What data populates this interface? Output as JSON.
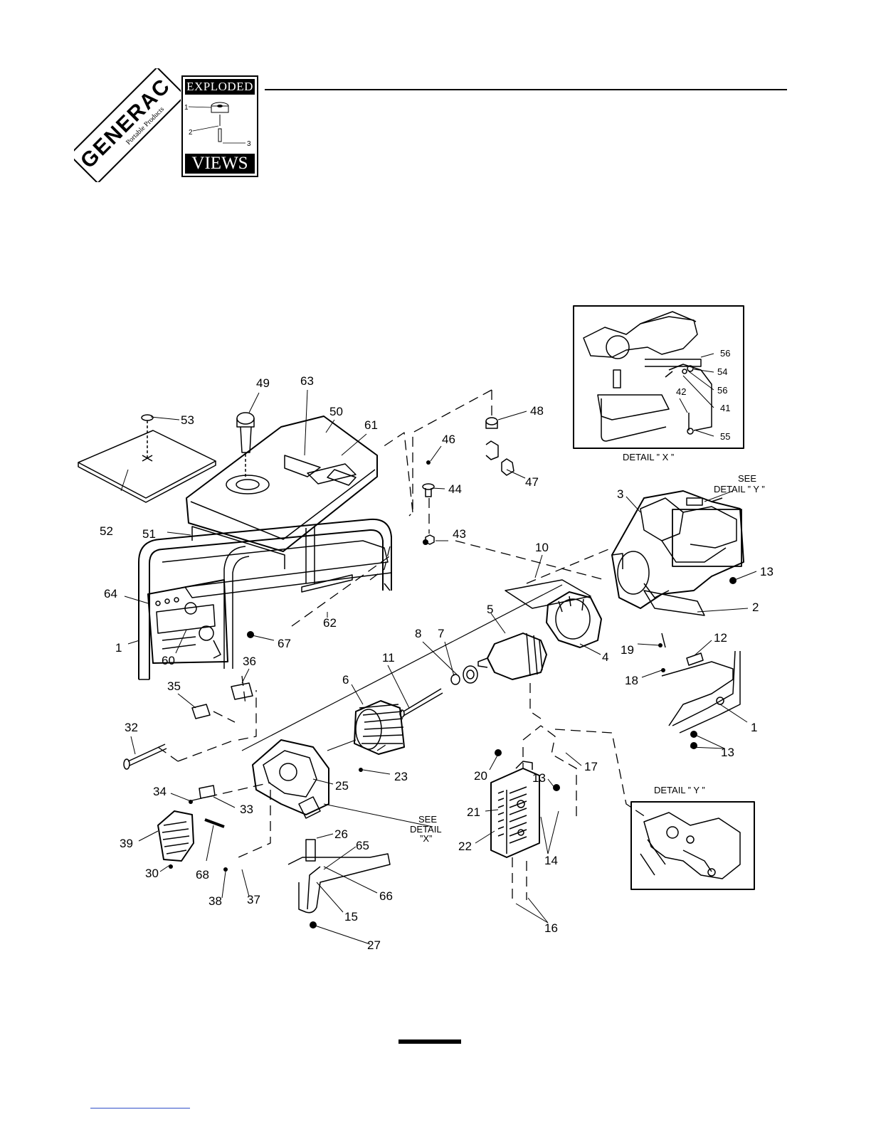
{
  "brand": {
    "logo_text": "GENERAC",
    "logo_subtext": "Portable Products"
  },
  "badge": {
    "top_word": "EXPLODED",
    "bottom_word": "VIEWS",
    "sample_callouts": [
      "1",
      "2",
      "3"
    ]
  },
  "details": {
    "x": {
      "caption": "DETAIL ” X ”",
      "callouts": [
        "56",
        "54",
        "56",
        "41",
        "42",
        "55"
      ]
    },
    "y": {
      "caption": "DETAIL ” Y ”"
    },
    "see_y": [
      "SEE",
      "DETAIL ” Y ”"
    ],
    "see_x": [
      "SEE",
      "DETAIL",
      "”X”"
    ]
  },
  "callouts": [
    "49",
    "63",
    "50",
    "61",
    "53",
    "52",
    "51",
    "48",
    "46",
    "44",
    "43",
    "47",
    "10",
    "3",
    "13",
    "2",
    "12",
    "19",
    "18",
    "1",
    "13",
    "5",
    "7",
    "8",
    "11",
    "6",
    "4",
    "64",
    "60",
    "67",
    "1",
    "36",
    "35",
    "32",
    "62",
    "34",
    "33",
    "25",
    "23",
    "39",
    "68",
    "30",
    "26",
    "65",
    "66",
    "38",
    "37",
    "15",
    "27",
    "20",
    "17",
    "13",
    "21",
    "22",
    "14",
    "16"
  ]
}
